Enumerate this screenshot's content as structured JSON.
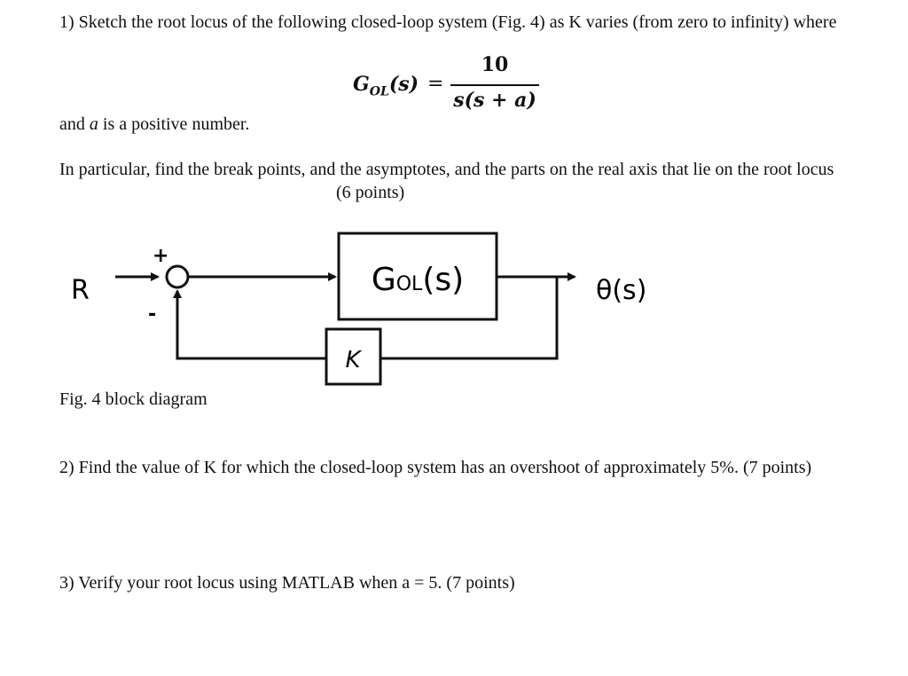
{
  "question1": {
    "intro": "1) Sketch the root locus of the following closed-loop system (Fig. 4) as K varies (from zero to infinity) where",
    "formula": {
      "lhs_main": "G",
      "lhs_sub": "OL",
      "lhs_arg": "(s)",
      "equals": "=",
      "numerator": "10",
      "denominator": "s(s + a)"
    },
    "condition_prefix": "and ",
    "condition_var": "a",
    "condition_suffix": " is a positive number.",
    "task": "In particular, find the break points, and the asymptotes, and the parts on the real axis that lie on the root locus",
    "points": "(6 points)"
  },
  "diagram": {
    "input_label": "R",
    "plus_sign": "+",
    "minus_sign": "-",
    "forward_block_main": "G",
    "forward_block_sub": "OL",
    "forward_block_arg": "(s)",
    "feedback_block": "K",
    "output_label": "θ(s)",
    "caption": "Fig. 4 block diagram"
  },
  "question2": {
    "text": "2) Find the value of K for which the closed-loop system has an overshoot of approximately 5%. (7 points)"
  },
  "question3": {
    "text": "3)  Verify your root locus using MATLAB when a = 5. (7 points)"
  }
}
